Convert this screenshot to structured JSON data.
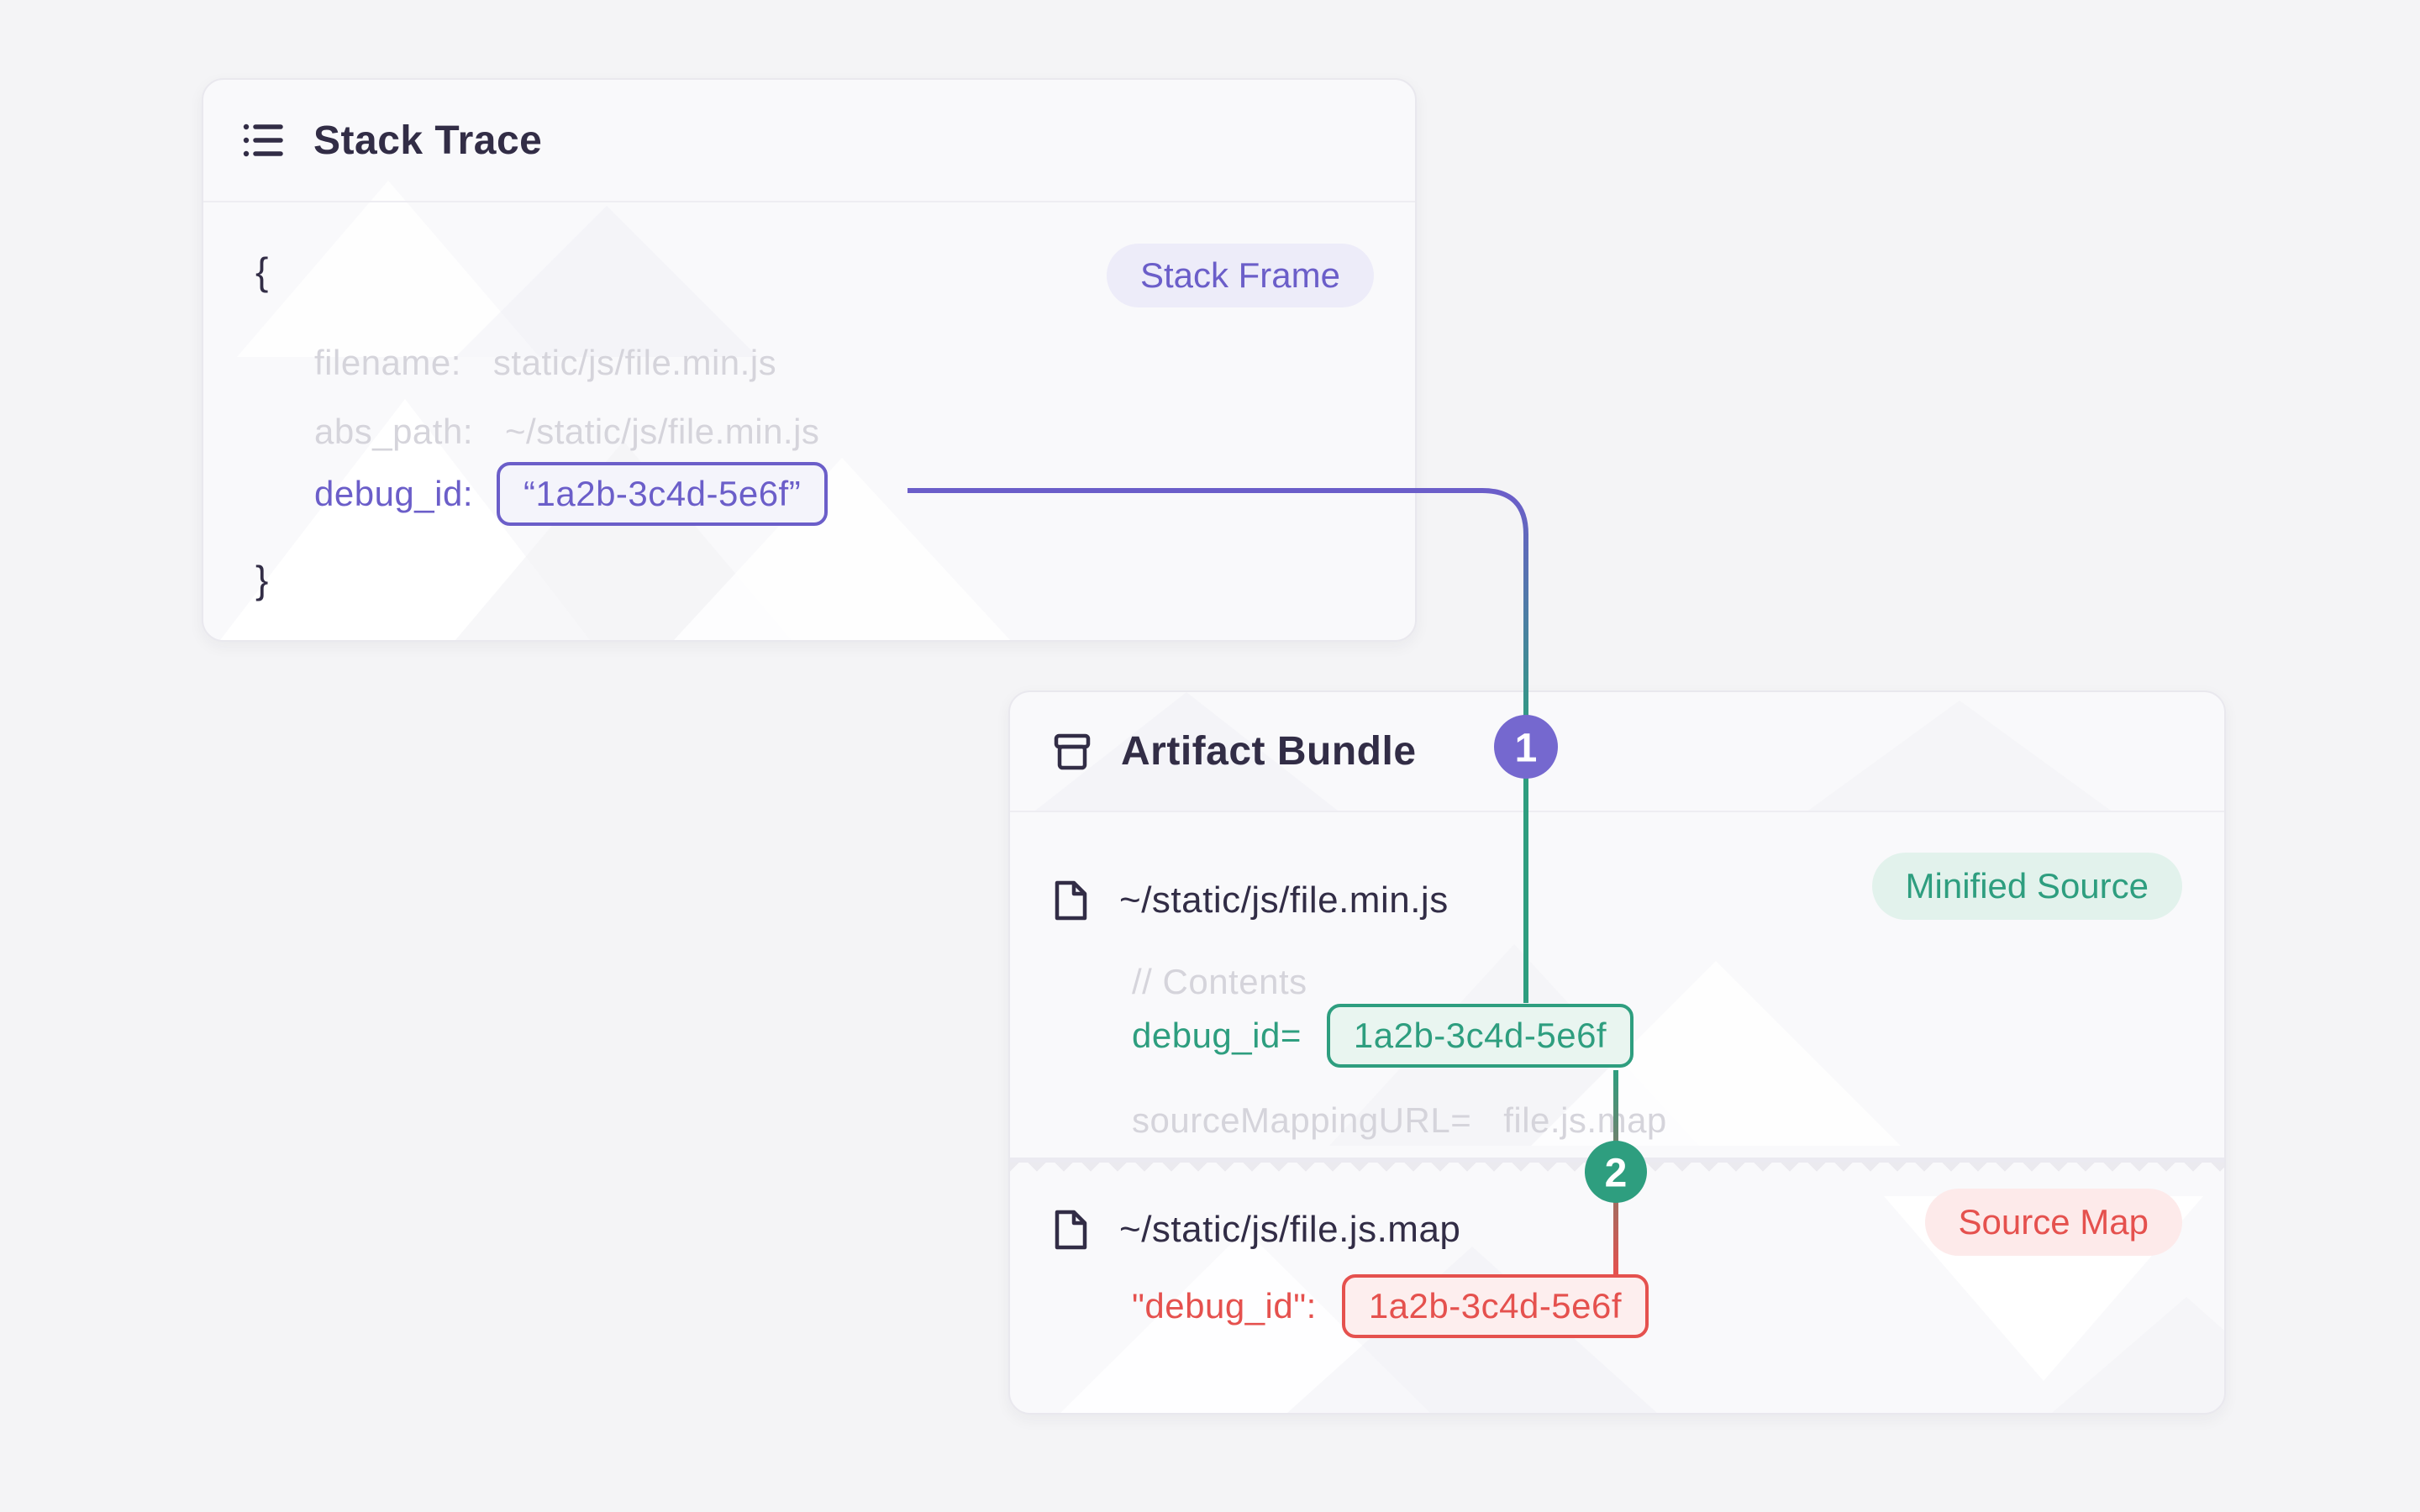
{
  "colors": {
    "page_bg": "#f4f4f6",
    "card_bg": "#f9f9fb",
    "card_border": "#e9e8ee",
    "dark_text": "#322d46",
    "muted_text": "#d5d4db",
    "purple": "#6b5ec9",
    "purple_circle": "#7568cf",
    "teal": "#2e9e7f",
    "red": "#e5514e",
    "purple_badge_bg": "#edecf9",
    "teal_badge_bg": "#e2f2ec",
    "red_badge_bg": "#fdeaea"
  },
  "stack_card": {
    "title": "Stack Trace",
    "badge": "Stack Frame",
    "brace_open": "{",
    "brace_close": "}",
    "rows": {
      "filename_key": "filename:",
      "filename_value": "static/js/file.min.js",
      "abs_path_key": "abs_path:",
      "abs_path_value": "~/static/js/file.min.js",
      "debug_key": "debug_id:",
      "debug_value": "“1a2b-3c4d-5e6f”"
    }
  },
  "artifact_card": {
    "title": "Artifact Bundle",
    "minified": {
      "file": "~/static/js/file.min.js",
      "badge": "Minified Source",
      "comment": "// Contents",
      "debug_key": "debug_id=",
      "debug_value": "1a2b-3c4d-5e6f",
      "mapping_key": "sourceMappingURL=",
      "mapping_value": "file.js.map"
    },
    "sourcemap": {
      "file": "~/static/js/file.js.map",
      "badge": "Source Map",
      "debug_key": "\"debug_id\":",
      "debug_value": "1a2b-3c4d-5e6f"
    }
  },
  "connectors": {
    "step1_label": "1",
    "step2_label": "2"
  }
}
